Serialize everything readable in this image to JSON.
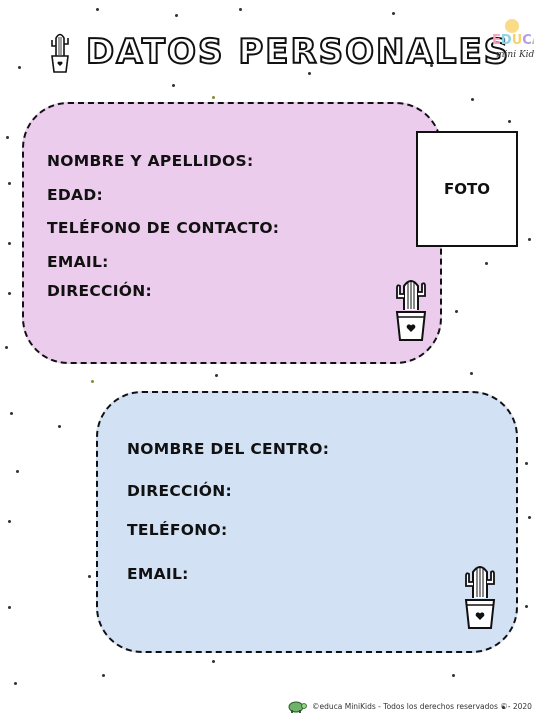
{
  "title": "DATOS PERSONALES",
  "logo": {
    "line1": "EDUCA",
    "line2": "mini Kids"
  },
  "personal": {
    "fields": [
      "NOMBRE Y APELLIDOS:",
      "EDAD:",
      "TELÉFONO DE CONTACTO:",
      "EMAIL:",
      "DIRECCIÓN:"
    ],
    "photo_label": "FOTO"
  },
  "school": {
    "fields": [
      "NOMBRE DEL CENTRO:",
      "DIRECCIÓN:",
      "TELÉFONO:",
      "EMAIL:"
    ]
  },
  "footer": "©educa MiniKids - Todos los derechos reservados ©- 2020",
  "colors": {
    "personal_card": "#ecccec",
    "school_card": "#d3e1f5",
    "logo_letters": [
      "#f4a3c0",
      "#8fd3e8",
      "#f7d26a",
      "#b59be8",
      "#9bd88f"
    ]
  },
  "icons": [
    "cactus-pot-icon",
    "heart-icon",
    "turtle-icon"
  ]
}
